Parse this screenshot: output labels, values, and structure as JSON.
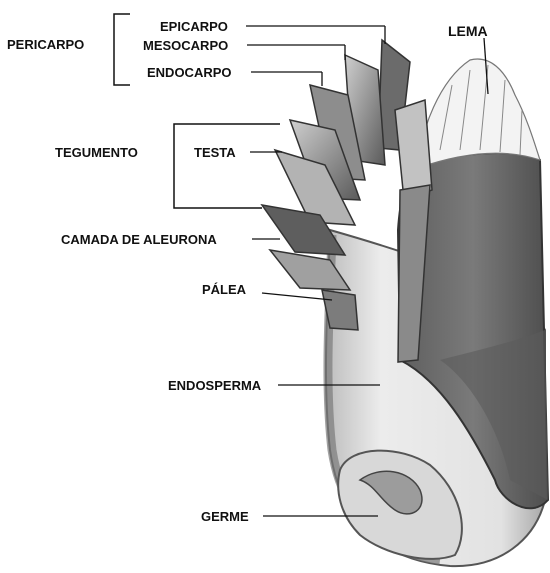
{
  "labels": {
    "pericarpo": "PERICARPO",
    "epicarpo": "EPICARPO",
    "mesocarpo": "MESOCARPO",
    "endocarpo": "ENDOCARPO",
    "lema": "LEMA",
    "tegumento": "TEGUMENTO",
    "testa": "TESTA",
    "camada_aleurona": "CAMADA DE ALEURONA",
    "palea": "PÁLEA",
    "endosperma": "ENDOSPERMA",
    "germe": "GERME"
  },
  "colors": {
    "background": "#ffffff",
    "lema_fill": "#6a6a6a",
    "endosperm_fill": "#e9e9e9",
    "layer_dark": "#5a5a5a",
    "layer_light": "#b8b8b8",
    "line": "#111111"
  }
}
